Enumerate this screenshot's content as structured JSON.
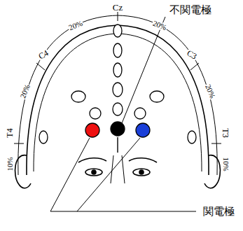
{
  "diagram": {
    "labels": [
      "Cz",
      "C4",
      "C3",
      "T4",
      "T3",
      "20%",
      "20%",
      "20%",
      "20%",
      "10%",
      "10%",
      "不関電極",
      "関電極"
    ]
  }
}
